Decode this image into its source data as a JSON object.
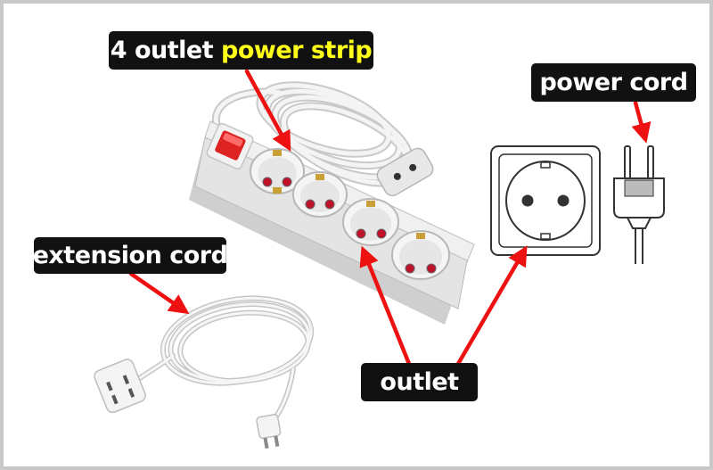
{
  "labels": {
    "power_strip_prefix": "4 outlet ",
    "power_strip_highlight": "power strip",
    "power_cord": "power cord",
    "extension_cord": "extension cord",
    "outlet": "outlet"
  },
  "colors": {
    "label_background": "#111111",
    "label_text": "#ffffff",
    "highlight_text": "#ffff1a",
    "arrow": "#ee1111",
    "strip_body": "#e4e4e4",
    "switch": "#dd2222",
    "socket_pin_holes": "#c0102a",
    "cord": "#f2f2f2",
    "frame_border": "#c8c8c8"
  }
}
